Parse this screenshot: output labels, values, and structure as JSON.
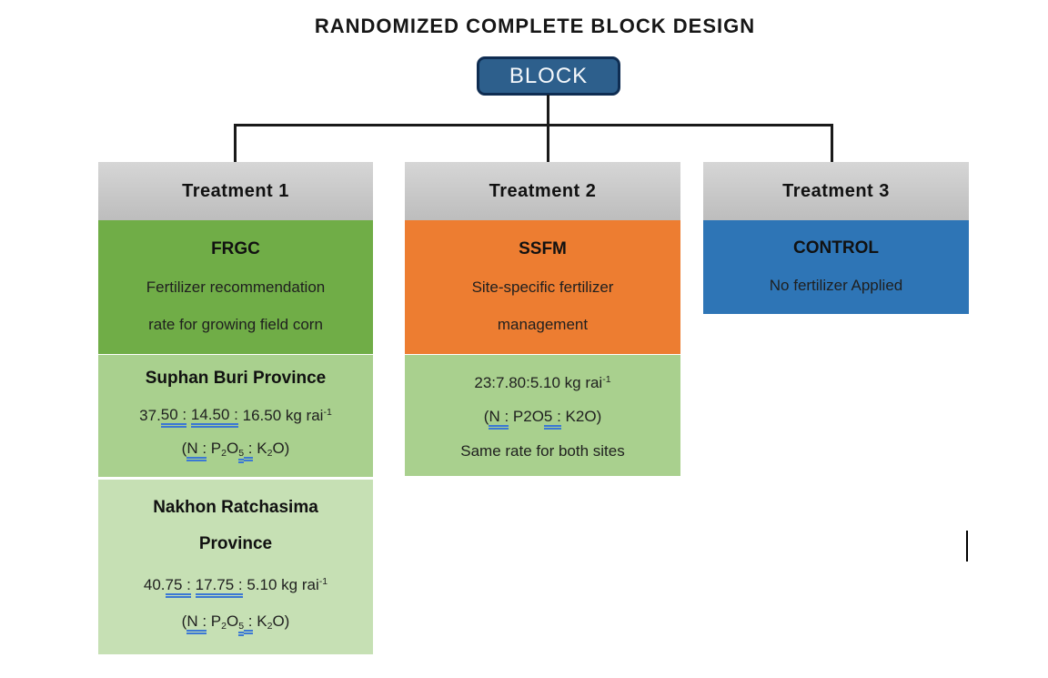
{
  "title": "RANDOMIZED COMPLETE BLOCK DESIGN",
  "root": {
    "label": "BLOCK"
  },
  "palette": {
    "root_fill": "#2d5f8c",
    "root_border": "#0f2d52",
    "header_gray_top": "#d6d6d6",
    "header_gray_bottom": "#bdbdbd",
    "green_dark": "#70ad47",
    "green_mid": "#a9d08e",
    "green_light": "#c6e0b4",
    "orange": "#ed7d31",
    "blue": "#2e75b6",
    "grammar_underline_blue": "#3b78d4",
    "connector_black": "#1a1a1a"
  },
  "treatments": [
    {
      "header": "Treatment 1",
      "blocks": [
        {
          "lines": [
            "FRGC",
            "Fertilizer recommendation",
            "rate for growing field corn"
          ]
        },
        {
          "lines": [
            "Suphan Buri Province",
            {
              "segments": [
                {
                  "t": "37."
                },
                {
                  "t": "50 :"
                },
                {
                  "t": " "
                },
                {
                  "t": "14.50 :"
                },
                {
                  "t": " 16.50 kg rai"
                },
                {
                  "t": "-1"
                }
              ]
            },
            {
              "segments": [
                {
                  "t": "("
                },
                {
                  "t": "N :"
                },
                {
                  "t": " P"
                },
                {
                  "t": "2"
                },
                {
                  "t": "O"
                },
                {
                  "t": "5"
                },
                {
                  "t": " :"
                },
                {
                  "t": " K"
                },
                {
                  "t": "2"
                },
                {
                  "t": "O)"
                }
              ]
            }
          ]
        },
        {
          "lines": [
            "Nakhon Ratchasima",
            "Province",
            {
              "segments": [
                {
                  "t": "40."
                },
                {
                  "t": "75 :"
                },
                {
                  "t": " "
                },
                {
                  "t": "17.75 :"
                },
                {
                  "t": " 5.10 kg rai"
                },
                {
                  "t": "-1"
                }
              ]
            },
            {
              "segments": [
                {
                  "t": "("
                },
                {
                  "t": "N :"
                },
                {
                  "t": " P"
                },
                {
                  "t": "2"
                },
                {
                  "t": "O"
                },
                {
                  "t": "5"
                },
                {
                  "t": " :"
                },
                {
                  "t": " K"
                },
                {
                  "t": "2"
                },
                {
                  "t": "O)"
                }
              ]
            }
          ]
        }
      ]
    },
    {
      "header": "Treatment 2",
      "blocks": [
        {
          "lines": [
            "SSFM",
            "Site-specific fertilizer",
            "management"
          ]
        },
        {
          "lines": [
            {
              "segments": [
                {
                  "t": "23:7.80:5.10 kg rai"
                },
                {
                  "t": "-1"
                }
              ]
            },
            {
              "segments": [
                {
                  "t": "("
                },
                {
                  "t": "N :"
                },
                {
                  "t": " P2O"
                },
                {
                  "t": "5 :"
                },
                {
                  "t": " K2O)"
                }
              ]
            },
            "Same rate for both sites"
          ]
        }
      ]
    },
    {
      "header": "Treatment 3",
      "blocks": [
        {
          "lines": [
            "CONTROL",
            "No fertilizer Applied"
          ]
        }
      ]
    }
  ]
}
